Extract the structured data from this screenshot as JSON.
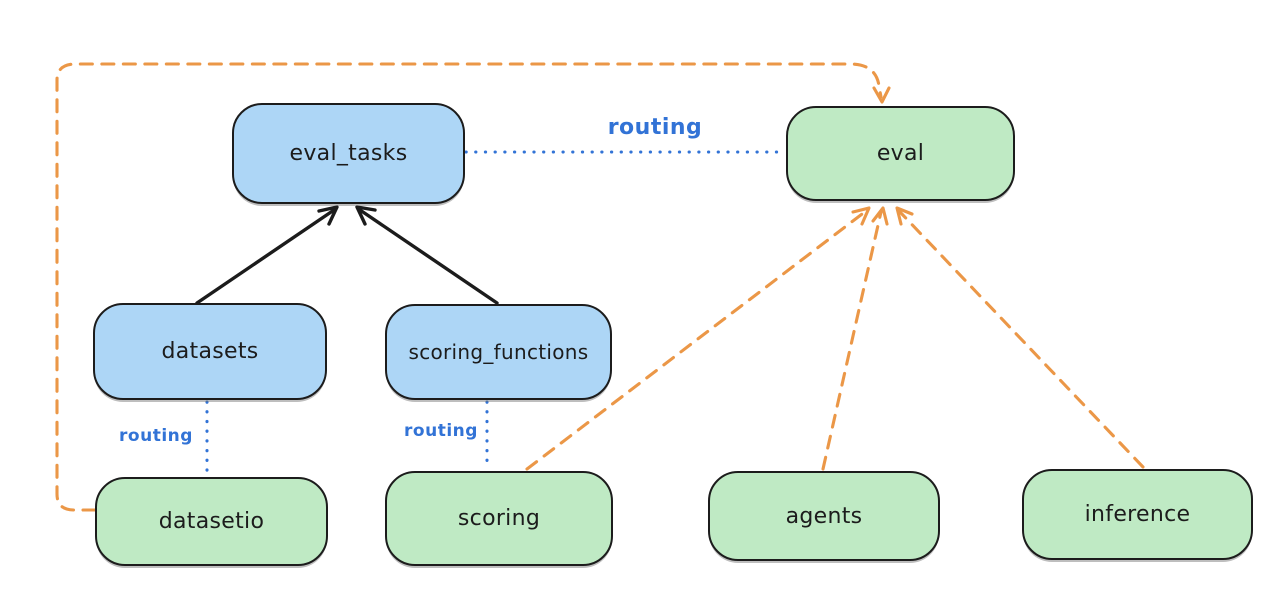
{
  "diagram": {
    "type": "flowchart",
    "background": "#ffffff",
    "colors": {
      "ink": "#1c1c1c",
      "blue_fill": "#add6f6",
      "green_fill": "#bfeac4",
      "routing_blue": "#3273d6",
      "dashed_orange": "#eb9747"
    },
    "nodes": [
      {
        "id": "eval_tasks",
        "label": "eval_tasks",
        "fill": "#add6f6"
      },
      {
        "id": "eval",
        "label": "eval",
        "fill": "#bfeac4"
      },
      {
        "id": "datasets",
        "label": "datasets",
        "fill": "#add6f6"
      },
      {
        "id": "scoring_functions",
        "label": "scoring_functions",
        "fill": "#add6f6"
      },
      {
        "id": "datasetio",
        "label": "datasetio",
        "fill": "#bfeac4"
      },
      {
        "id": "scoring",
        "label": "scoring",
        "fill": "#bfeac4"
      },
      {
        "id": "agents",
        "label": "agents",
        "fill": "#bfeac4"
      },
      {
        "id": "inference",
        "label": "inference",
        "fill": "#bfeac4"
      }
    ],
    "edge_labels": [
      {
        "id": "routing-eval_tasks-eval",
        "text": "routing"
      },
      {
        "id": "routing-datasets-datasetio",
        "text": "routing"
      },
      {
        "id": "routing-scoringfns-scoring",
        "text": "routing"
      }
    ],
    "edges": [
      {
        "from": "datasets",
        "to": "eval_tasks",
        "style": "solid-arrow",
        "color": "#1c1c1c"
      },
      {
        "from": "scoring_functions",
        "to": "eval_tasks",
        "style": "solid-arrow",
        "color": "#1c1c1c"
      },
      {
        "from": "eval_tasks",
        "to": "eval",
        "style": "dotted",
        "label": "routing",
        "color": "#3273d6"
      },
      {
        "from": "datasets",
        "to": "datasetio",
        "style": "dotted",
        "label": "routing",
        "color": "#3273d6"
      },
      {
        "from": "scoring_functions",
        "to": "scoring",
        "style": "dotted",
        "label": "routing",
        "color": "#3273d6"
      },
      {
        "from": "datasetio",
        "to": "eval",
        "style": "dashed-arrow",
        "color": "#eb9747"
      },
      {
        "from": "scoring",
        "to": "eval",
        "style": "dashed-arrow",
        "color": "#eb9747"
      },
      {
        "from": "agents",
        "to": "eval",
        "style": "dashed-arrow",
        "color": "#eb9747"
      },
      {
        "from": "inference",
        "to": "eval",
        "style": "dashed-arrow",
        "color": "#eb9747"
      }
    ]
  }
}
